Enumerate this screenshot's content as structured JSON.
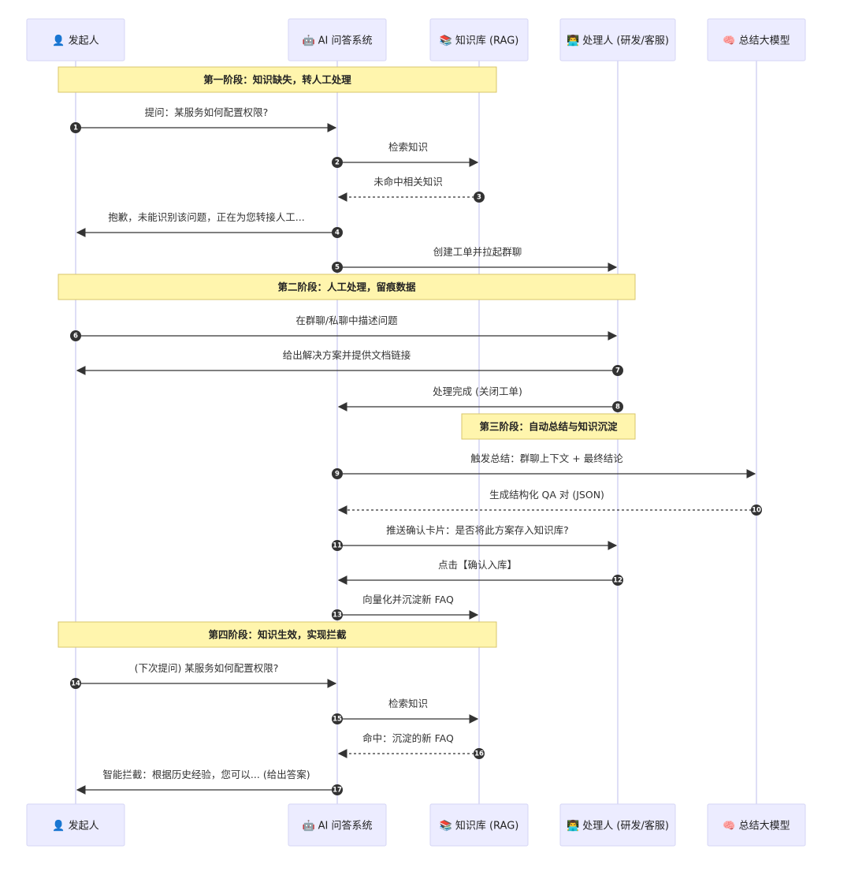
{
  "actors": [
    {
      "id": "initiator",
      "icon": "👤",
      "label": "发起人"
    },
    {
      "id": "ai",
      "icon": "🤖",
      "label": "AI 问答系统"
    },
    {
      "id": "kb",
      "icon": "📚",
      "label": "知识库 (RAG)"
    },
    {
      "id": "handler",
      "icon": "👨‍💻",
      "label": "处理人 (研发/客服)"
    },
    {
      "id": "llm",
      "icon": "🧠",
      "label": "总结大模型"
    }
  ],
  "steps": [
    {
      "kind": "note",
      "from": "initiator",
      "to": "kb",
      "text": "第一阶段：知识缺失，转人工处理"
    },
    {
      "kind": "msg",
      "num": "1",
      "from": "initiator",
      "to": "ai",
      "dashed": false,
      "text": "提问：某服务如何配置权限?"
    },
    {
      "kind": "msg",
      "num": "2",
      "from": "ai",
      "to": "kb",
      "dashed": false,
      "text": "检索知识"
    },
    {
      "kind": "msg",
      "num": "3",
      "from": "kb",
      "to": "ai",
      "dashed": true,
      "text": "未命中相关知识"
    },
    {
      "kind": "msg",
      "num": "4",
      "from": "ai",
      "to": "initiator",
      "dashed": false,
      "text": "抱歉，未能识别该问题，正在为您转接人工..."
    },
    {
      "kind": "msg",
      "num": "5",
      "from": "ai",
      "to": "handler",
      "dashed": false,
      "text": "创建工单并拉起群聊"
    },
    {
      "kind": "note",
      "from": "initiator",
      "to": "handler",
      "text": "第二阶段：人工处理，留痕数据"
    },
    {
      "kind": "msg",
      "num": "6",
      "from": "initiator",
      "to": "handler",
      "dashed": false,
      "text": "在群聊/私聊中描述问题"
    },
    {
      "kind": "msg",
      "num": "7",
      "from": "handler",
      "to": "initiator",
      "dashed": false,
      "text": "给出解决方案并提供文档链接"
    },
    {
      "kind": "msg",
      "num": "8",
      "from": "handler",
      "to": "ai",
      "dashed": false,
      "text": "处理完成 (关闭工单)"
    },
    {
      "kind": "note",
      "from": "kb",
      "to": "handler",
      "text": "第三阶段：自动总结与知识沉淀"
    },
    {
      "kind": "msg",
      "num": "9",
      "from": "ai",
      "to": "llm",
      "dashed": false,
      "text": "触发总结：群聊上下文 + 最终结论"
    },
    {
      "kind": "msg",
      "num": "10",
      "from": "llm",
      "to": "ai",
      "dashed": true,
      "text": "生成结构化 QA 对 (JSON)"
    },
    {
      "kind": "msg",
      "num": "11",
      "from": "ai",
      "to": "handler",
      "dashed": false,
      "text": "推送确认卡片：是否将此方案存入知识库?"
    },
    {
      "kind": "msg",
      "num": "12",
      "from": "handler",
      "to": "ai",
      "dashed": false,
      "text": "点击【确认入库】"
    },
    {
      "kind": "msg",
      "num": "13",
      "from": "ai",
      "to": "kb",
      "dashed": false,
      "text": "向量化并沉淀新 FAQ"
    },
    {
      "kind": "note",
      "from": "initiator",
      "to": "kb",
      "text": "第四阶段：知识生效，实现拦截"
    },
    {
      "kind": "msg",
      "num": "14",
      "from": "initiator",
      "to": "ai",
      "dashed": false,
      "text": "(下次提问) 某服务如何配置权限?"
    },
    {
      "kind": "msg",
      "num": "15",
      "from": "ai",
      "to": "kb",
      "dashed": false,
      "text": "检索知识"
    },
    {
      "kind": "msg",
      "num": "16",
      "from": "kb",
      "to": "ai",
      "dashed": true,
      "text": "命中：沉淀的新 FAQ"
    },
    {
      "kind": "msg",
      "num": "17",
      "from": "ai",
      "to": "initiator",
      "dashed": false,
      "text": "智能拦截：根据历史经验，您可以... (给出答案)"
    }
  ]
}
